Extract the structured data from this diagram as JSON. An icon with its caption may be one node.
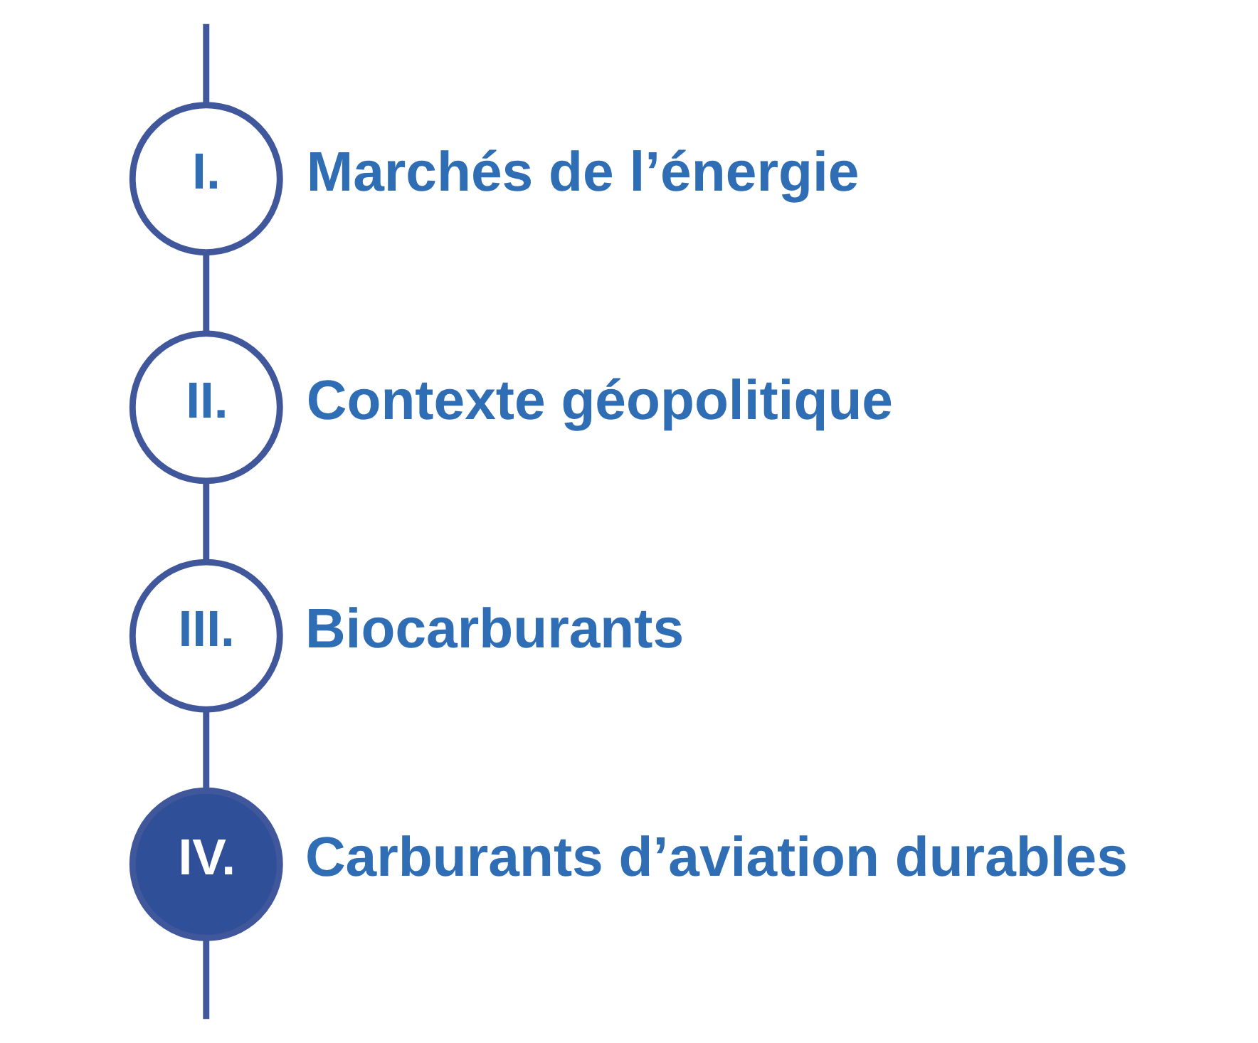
{
  "diagram": {
    "nodes": [
      {
        "text": [
          "I."
        ],
        "beside": [
          "Marchés de l’énergie"
        ]
      },
      {
        "text": [
          "II."
        ],
        "beside": [
          "Contexte géopolitique"
        ]
      },
      {
        "text": [
          "III."
        ],
        "beside": [
          "Biocarburants"
        ]
      },
      {
        "text": [
          "IV."
        ],
        "beside": [
          "Carburants d’aviation durables"
        ]
      }
    ],
    "edges": [
      {
        "from": null,
        "to": 0,
        "arrow": "none"
      },
      {
        "from": 0,
        "to": 1,
        "arrow": "none"
      },
      {
        "from": 1,
        "to": 2,
        "arrow": "none"
      },
      {
        "from": 2,
        "to": 3,
        "arrow": "none"
      },
      {
        "from": 3,
        "to": null,
        "arrow": "none"
      }
    ]
  }
}
